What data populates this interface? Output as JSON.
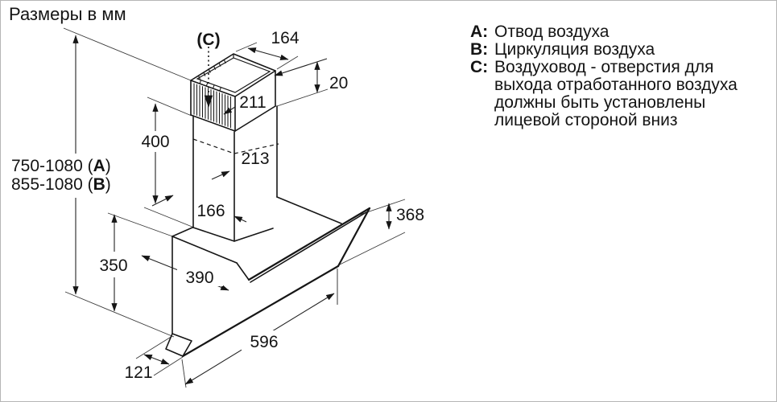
{
  "title": "Размеры в мм",
  "dimensions": {
    "c_ref": "(C)",
    "top_depth": "164",
    "rim_lip": "20",
    "chimney_upper_width": "211",
    "chimney_height": "400",
    "chimney_lower_width": "213",
    "chimney_lower_depth": "166",
    "height_a": {
      "pre": "750-1080 (",
      "letter": "A",
      "post": ")"
    },
    "height_b": {
      "pre": "855-1080 (",
      "letter": "B",
      "post": ")"
    },
    "body_height": "350",
    "body_depth": "390",
    "panel_height": "368",
    "panel_width": "596",
    "bottom_depth": "121"
  },
  "legend": {
    "items": [
      {
        "key": "A:",
        "text": "Отвод воздуха"
      },
      {
        "key": "B:",
        "text": "Циркуляция воздуха"
      },
      {
        "key": "C:",
        "text": "Воздуховод - отверстия для\nвыхода отработанного воздуха\nдолжны быть установлены\nлицевой стороной вниз"
      }
    ]
  }
}
